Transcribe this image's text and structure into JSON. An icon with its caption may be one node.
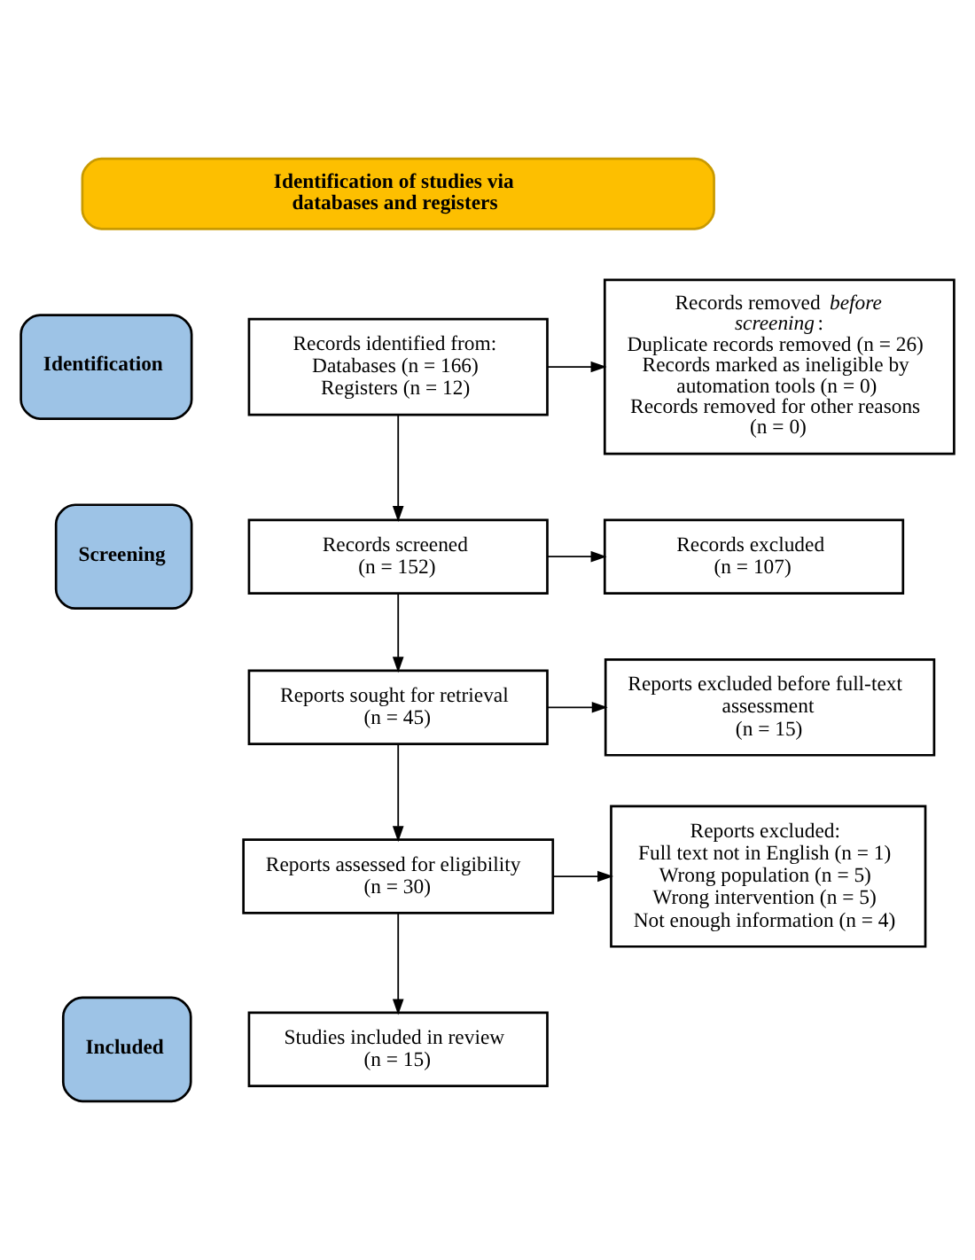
{
  "diagram": {
    "nodes": [
      {
        "text": [
          "Identification of studies via databases and registers"
        ]
      },
      {
        "text": [
          "Identification"
        ]
      },
      {
        "text": [
          "Records identified from:",
          "Databases (n = 166)",
          "Registers (n = 12)"
        ]
      },
      {
        "text": [
          "Records removed *before screening*:",
          "Duplicate records removed (n = 26)",
          "Records marked as ineligible by automation tools (n = 0)",
          "Records removed for other reasons (n = 0)"
        ]
      },
      {
        "text": [
          "Screening"
        ]
      },
      {
        "text": [
          "Records screened",
          "(n = 152)"
        ]
      },
      {
        "text": [
          "Records excluded",
          "(n = 107)"
        ]
      },
      {
        "text": [
          "Reports sought for retrieval",
          "(n = 45)"
        ]
      },
      {
        "text": [
          "Reports excluded before full-text assessment",
          "(n = 15)"
        ]
      },
      {
        "text": [
          "Reports assessed for eligibility (n = 30)"
        ]
      },
      {
        "text": [
          "Reports excluded:",
          "Full text not in English (n = 1)",
          "Wrong population (n = 5)",
          "Wrong intervention (n = 5)",
          "Not enough information (n = 4)"
        ]
      },
      {
        "text": [
          "Included"
        ]
      },
      {
        "text": [
          "Studies included in review",
          "(n = 15)"
        ]
      }
    ],
    "edges": [
      {
        "from": 2,
        "to": 3,
        "arrow": "to"
      },
      {
        "from": 2,
        "to": 5,
        "arrow": "to"
      },
      {
        "from": 5,
        "to": 6,
        "arrow": "to"
      },
      {
        "from": 5,
        "to": 7,
        "arrow": "to"
      },
      {
        "from": 7,
        "to": 8,
        "arrow": "to"
      },
      {
        "from": 7,
        "to": 9,
        "arrow": "to"
      },
      {
        "from": 9,
        "to": 10,
        "arrow": "to"
      },
      {
        "from": 9,
        "to": 12,
        "arrow": "to"
      }
    ]
  }
}
